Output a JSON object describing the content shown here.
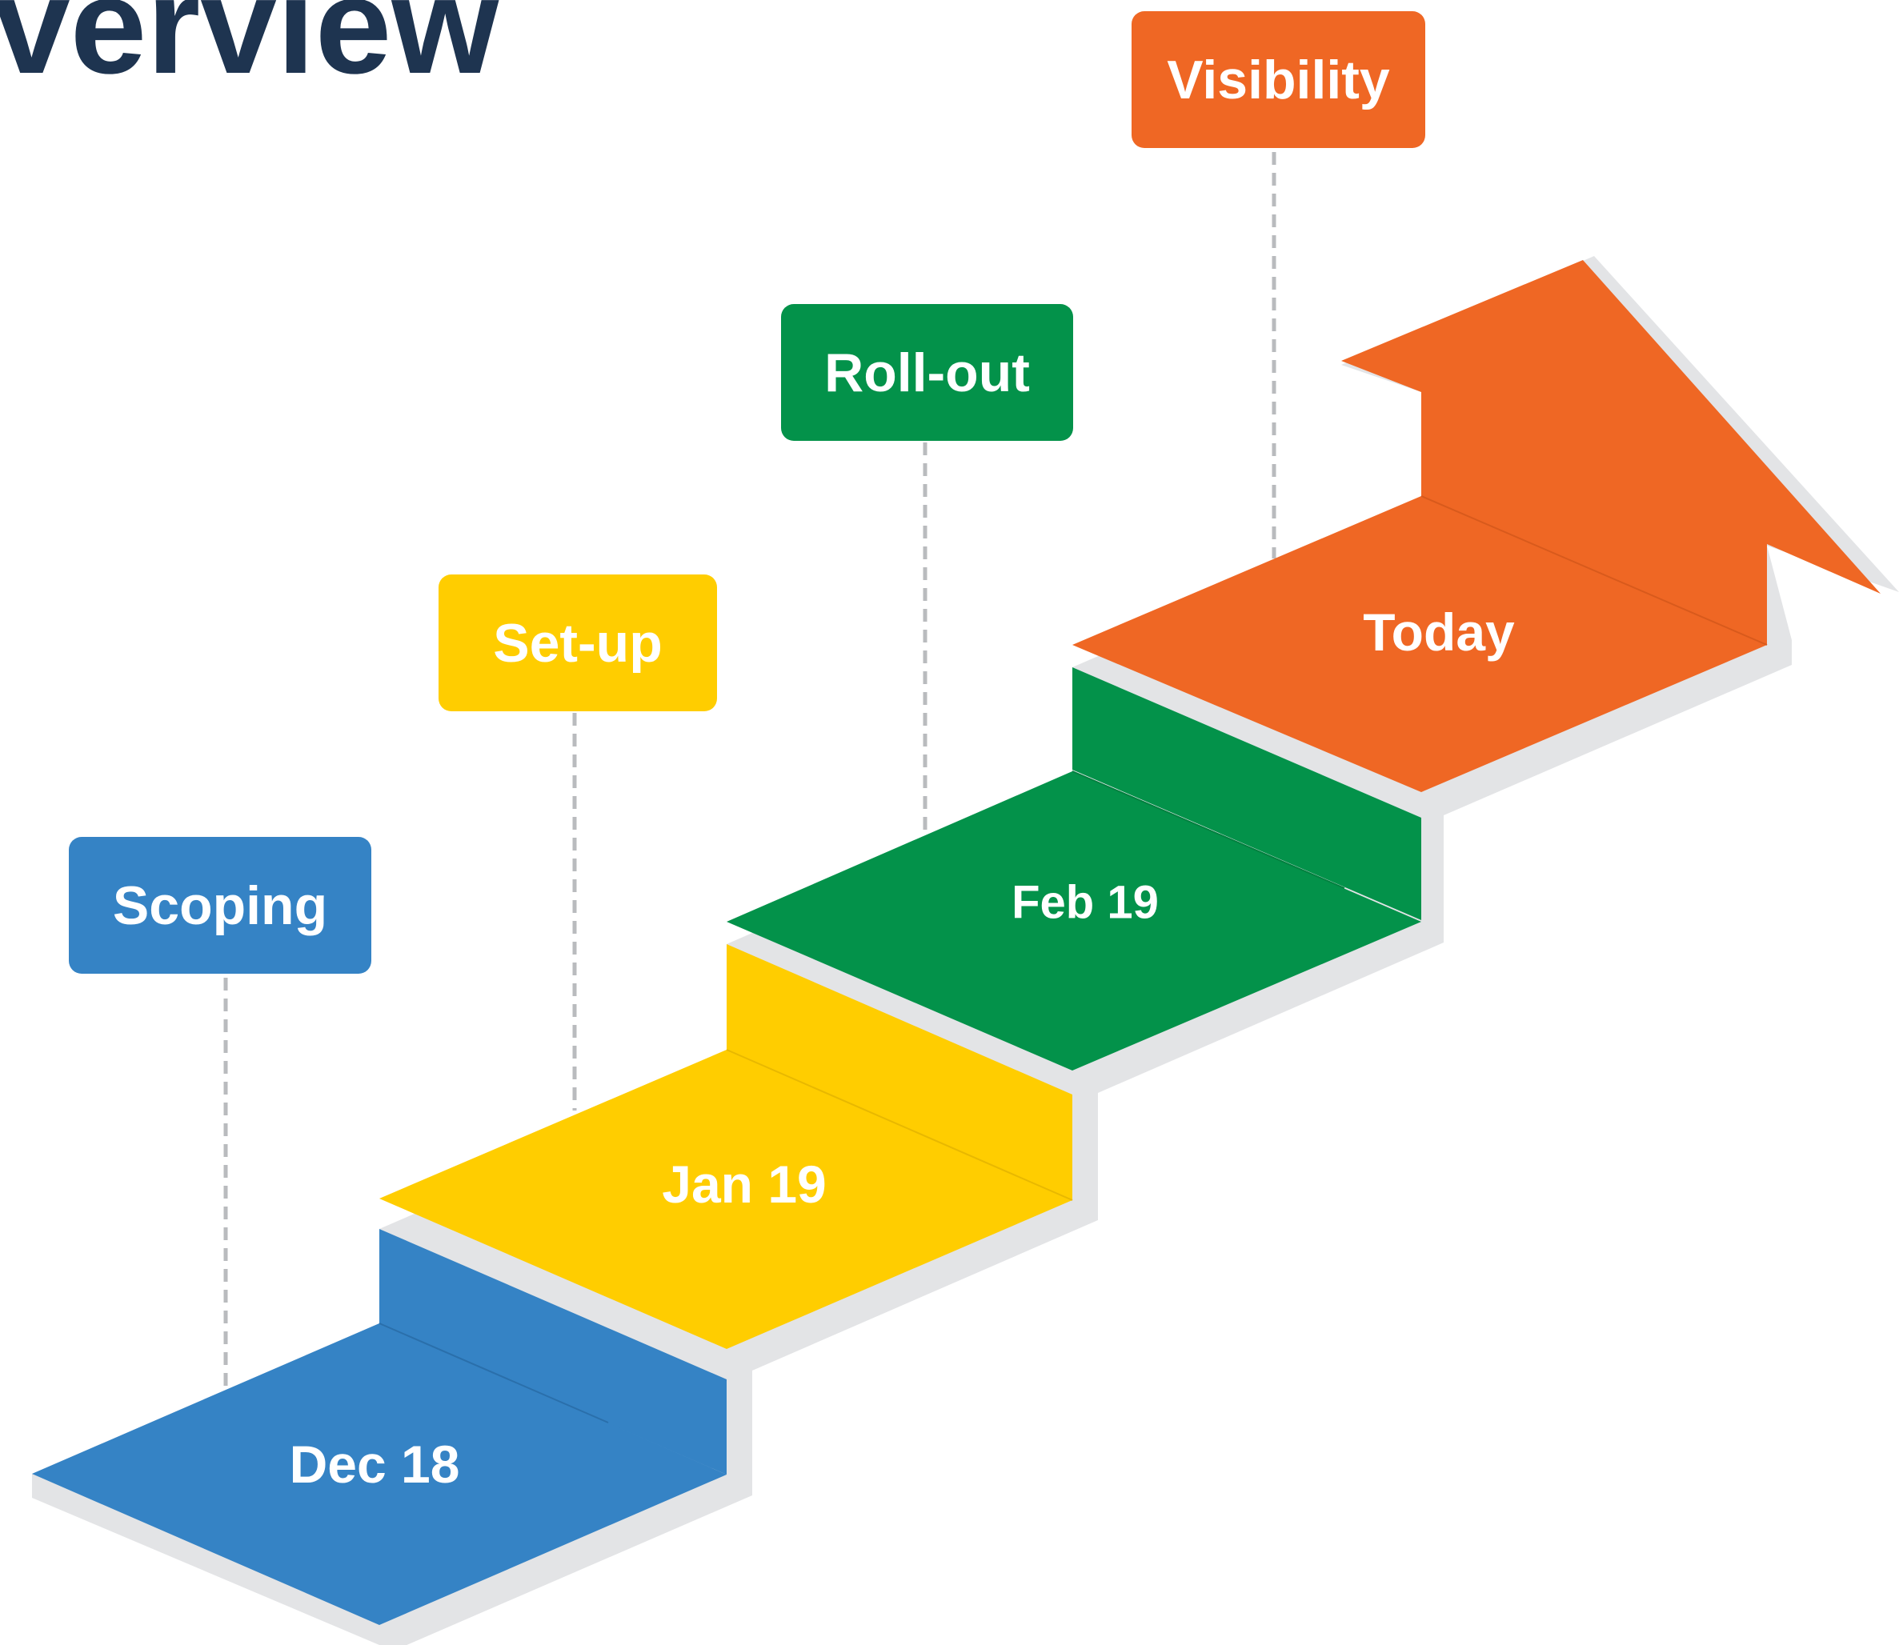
{
  "header": {
    "title": "verview"
  },
  "colors": {
    "scoping": "#3583c5",
    "setup": "#ffcd00",
    "rollout": "#03924a",
    "visibility": "#ef6724",
    "shadow": "#e3e4e6",
    "connector": "#b9bbbe",
    "title": "#1e3450"
  },
  "phases": [
    {
      "label": "Scoping",
      "date": "Dec 18",
      "color": "#3583c5"
    },
    {
      "label": "Set-up",
      "date": "Jan 19",
      "color": "#ffcd00"
    },
    {
      "label": "Roll-out",
      "date": "Feb 19",
      "color": "#03924a"
    },
    {
      "label": "Visibility",
      "date": "Today",
      "color": "#ef6724"
    }
  ]
}
